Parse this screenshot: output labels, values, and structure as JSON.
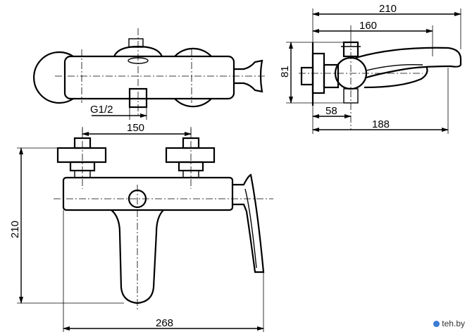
{
  "dimensions": {
    "top_view": {
      "thread": "G1/2"
    },
    "side_view": {
      "overall_length": "210",
      "spout_to_axis": "160",
      "height": "81",
      "wall_to_axis": "58",
      "wall_to_spout": "188"
    },
    "front_view": {
      "inlet_spacing": "150",
      "height": "210",
      "width": "268"
    }
  },
  "watermark": {
    "text": "teh.by"
  }
}
